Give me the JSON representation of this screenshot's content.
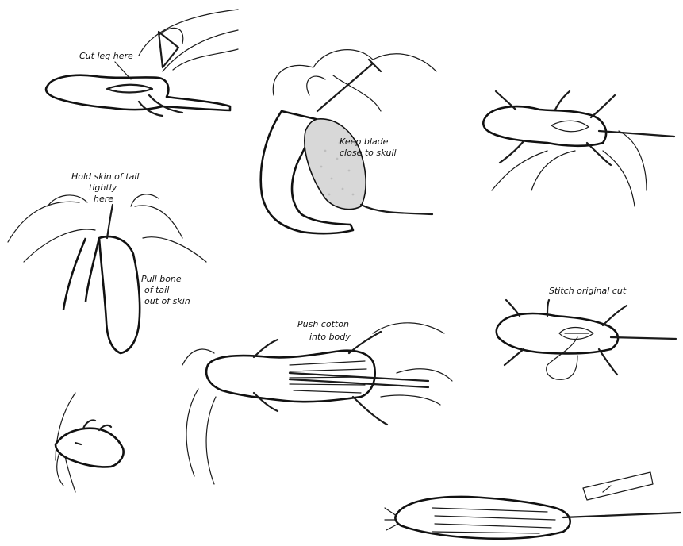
{
  "labels": {
    "cut_leg": "Cut leg here",
    "keep_blade_1": "Keep blade",
    "keep_blade_2": "close to skull",
    "hold_skin_1": "Hold skin of tail",
    "hold_skin_2": "tightly",
    "hold_skin_3": "here",
    "pull_bone_1": "Pull bone",
    "pull_bone_2": "of tail",
    "pull_bone_3": "out of skin",
    "push_cotton_1": "Push cotton",
    "push_cotton_2": "into body",
    "stitch": "Stitch original cut"
  }
}
